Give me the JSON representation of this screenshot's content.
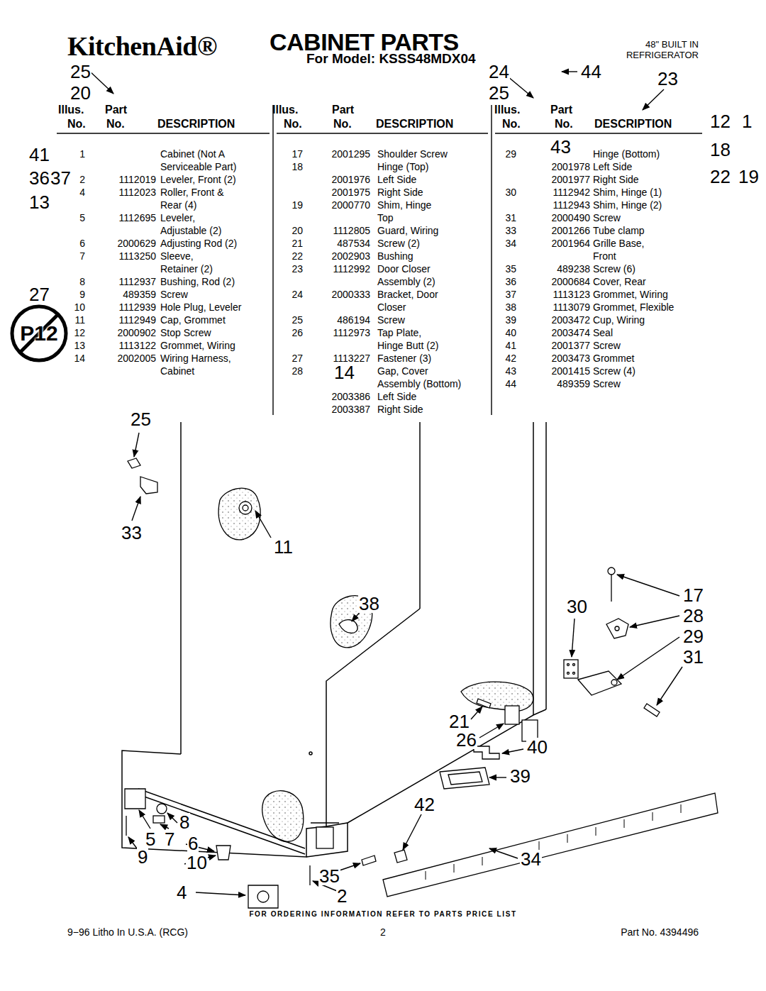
{
  "diagram": {
    "title": "CABINET PARTS",
    "labels": [
      "KitchenAid®",
      "For Model: KSSS48MDX04",
      "48\" BUILT IN REFRIGERATOR",
      "Illus.",
      "Part",
      "No.",
      "No.",
      "DESCRIPTION",
      "Illus.",
      "Part",
      "No.",
      "No.",
      "DESCRIPTION",
      "Illus.",
      "Part",
      "No.",
      "No.",
      "DESCRIPTION",
      "1",
      "Cabinet (Not A Serviceable Part)",
      "2",
      "1112019",
      "Leveler, Front (2)",
      "4",
      "1112023",
      "Roller, Front & Rear (4)",
      "5",
      "1112695",
      "Leveler, Adjustable (2)",
      "6",
      "2000629",
      "Adjusting Rod (2)",
      "7",
      "1113250",
      "Sleeve, Retainer (2)",
      "8",
      "1112937",
      "Bushing, Rod (2)",
      "9",
      "489359",
      "Screw",
      "10",
      "1112939",
      "Hole Plug, Leveler",
      "11",
      "1112949",
      "Cap, Grommet",
      "12",
      "2000902",
      "Stop Screw",
      "13",
      "1113122",
      "Grommet, Wiring",
      "14",
      "2002005",
      "Wiring Harness, Cabinet",
      "17",
      "2001295",
      "Shoulder Screw",
      "18",
      "Hinge (Top)",
      "2001976",
      "Left Side",
      "2001975",
      "Right Side",
      "19",
      "2000770",
      "Shim, Hinge Top",
      "20",
      "1112805",
      "Guard, Wiring",
      "21",
      "487534",
      "Screw (2)",
      "22",
      "2002903",
      "Bushing",
      "23",
      "1112992",
      "Door Closer Assembly (2)",
      "24",
      "2000333",
      "Bracket, Door Closer",
      "25",
      "486194",
      "Screw",
      "26",
      "1112973",
      "Tap Plate, Hinge Butt (2)",
      "27",
      "1113227",
      "Fastener (3)",
      "28",
      "Gap, Cover Assembly (Bottom)",
      "2003386",
      "Left Side",
      "2003387",
      "Right Side",
      "29",
      "Hinge (Bottom)",
      "2001978",
      "Left Side",
      "2001977",
      "Right Side",
      "30",
      "1112942",
      "Shim, Hinge (1)",
      "1112943",
      "Shim, Hinge (2)",
      "31",
      "2000490",
      "Screw",
      "33",
      "2001266",
      "Tube clamp",
      "34",
      "2001964",
      "Grille Base, Front",
      "35",
      "489238",
      "Screw (6)",
      "36",
      "2000684",
      "Cover, Rear",
      "37",
      "1113123",
      "Grommet, Wiring",
      "38",
      "1113079",
      "Grommet, Flexible",
      "39",
      "2003472",
      "Cup, Wiring",
      "40",
      "2003474",
      "Seal",
      "41",
      "2001377",
      "Screw",
      "42",
      "2003473",
      "Grommet",
      "43",
      "2001415",
      "Screw (4)",
      "44",
      "489359",
      "Screw",
      "25",
      "20",
      "24",
      "25",
      "44",
      "23",
      "41",
      "36",
      "37",
      "13",
      "27",
      "14",
      "43",
      "12",
      "1",
      "18",
      "22",
      "19",
      "25",
      "33",
      "11",
      "38",
      "17",
      "30",
      "28",
      "29",
      "31",
      "21",
      "26",
      "40",
      "39",
      "42",
      "34",
      "8",
      "5",
      "7",
      "6",
      "9",
      "10",
      "4",
      "35",
      "2",
      "P12",
      "FOR ORDERING INFORMATION REFER TO PARTS PRICE LIST",
      "9−96 Litho In U.S.A. (RCG)",
      "2",
      "Part No. 4394496"
    ]
  }
}
